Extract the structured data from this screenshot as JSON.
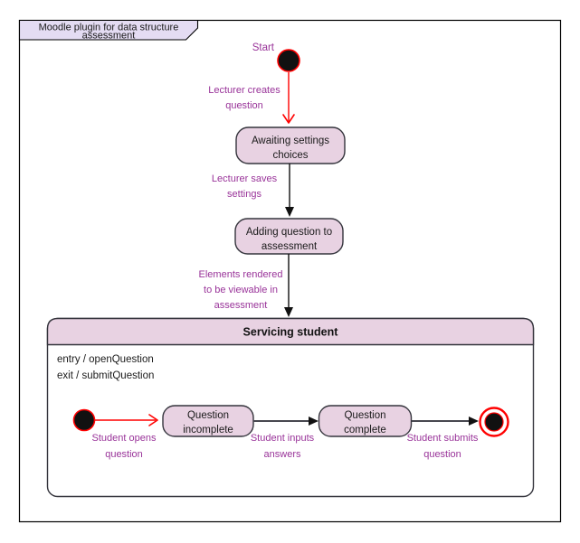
{
  "frame": {
    "title_lines": [
      "Moodle plugin for data structure",
      "assessment"
    ]
  },
  "colors": {
    "frame_label_fill": "#e4dcf3",
    "state_fill": "#e8d2e2",
    "state_border": "#34343c",
    "label_text": "#993399",
    "red": "#ff0000",
    "black_fill": "#111111",
    "arrow_black": "#111111",
    "arrow_gray": "#47474f",
    "white": "#ffffff"
  },
  "nodes": {
    "start": {
      "label": "Start"
    },
    "awaiting": {
      "lines": [
        "Awaiting settings",
        "choices"
      ]
    },
    "adding": {
      "lines": [
        "Adding question to",
        "assessment"
      ]
    },
    "servicing": {
      "title": "Servicing student",
      "entry_action": "entry / openQuestion",
      "exit_action": "exit / submitQuestion"
    },
    "incomplete": {
      "lines": [
        "Question",
        "incomplete"
      ]
    },
    "complete": {
      "lines": [
        "Question",
        "complete"
      ]
    }
  },
  "transitions": {
    "creates": {
      "lines": [
        "Lecturer creates",
        "question"
      ]
    },
    "saves": {
      "lines": [
        "Lecturer saves",
        "settings"
      ]
    },
    "rendered": {
      "lines": [
        "Elements rendered",
        "to be viewable in",
        "assessment"
      ]
    },
    "opens": {
      "lines": [
        "Student opens",
        "question"
      ]
    },
    "inputs": {
      "lines": [
        "Student inputs",
        "answers"
      ]
    },
    "submits": {
      "lines": [
        "Student submits",
        "question"
      ]
    }
  }
}
